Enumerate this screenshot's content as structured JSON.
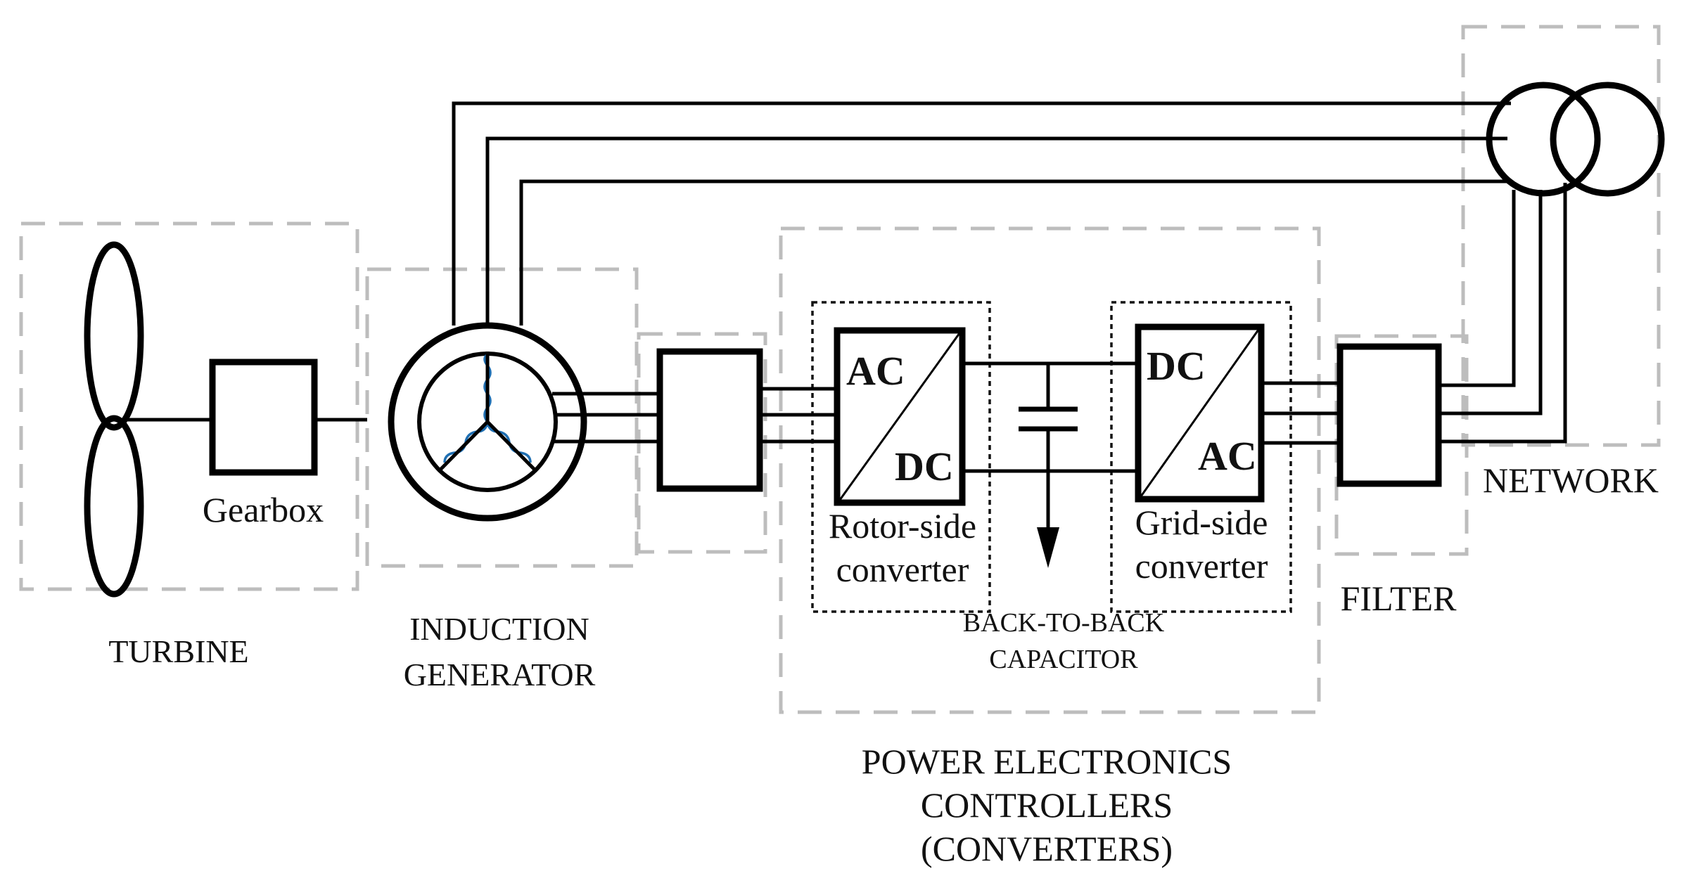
{
  "labels": {
    "gearbox": "Gearbox",
    "turbine": "TURBINE",
    "induction_generator": [
      "INDUCTION",
      "GENERATOR"
    ],
    "rotor_side_converter": [
      "Rotor-side",
      "converter"
    ],
    "grid_side_converter": [
      "Grid-side",
      "converter"
    ],
    "back_to_back_capacitor": [
      "BACK-TO-BACK",
      "CAPACITOR"
    ],
    "filter": "FILTER",
    "network": "NETWORK",
    "power_electronics": [
      "POWER ELECTRONICS",
      "CONTROLLERS",
      "(CONVERTERS)"
    ]
  },
  "converters": {
    "rotor_side": {
      "top": "AC",
      "bottom": "DC"
    },
    "grid_side": {
      "top": "DC",
      "bottom": "AC"
    }
  },
  "colors": {
    "line": "#000000",
    "dashed_group": "#bdbdbd",
    "winding": "#1f6fb2"
  }
}
